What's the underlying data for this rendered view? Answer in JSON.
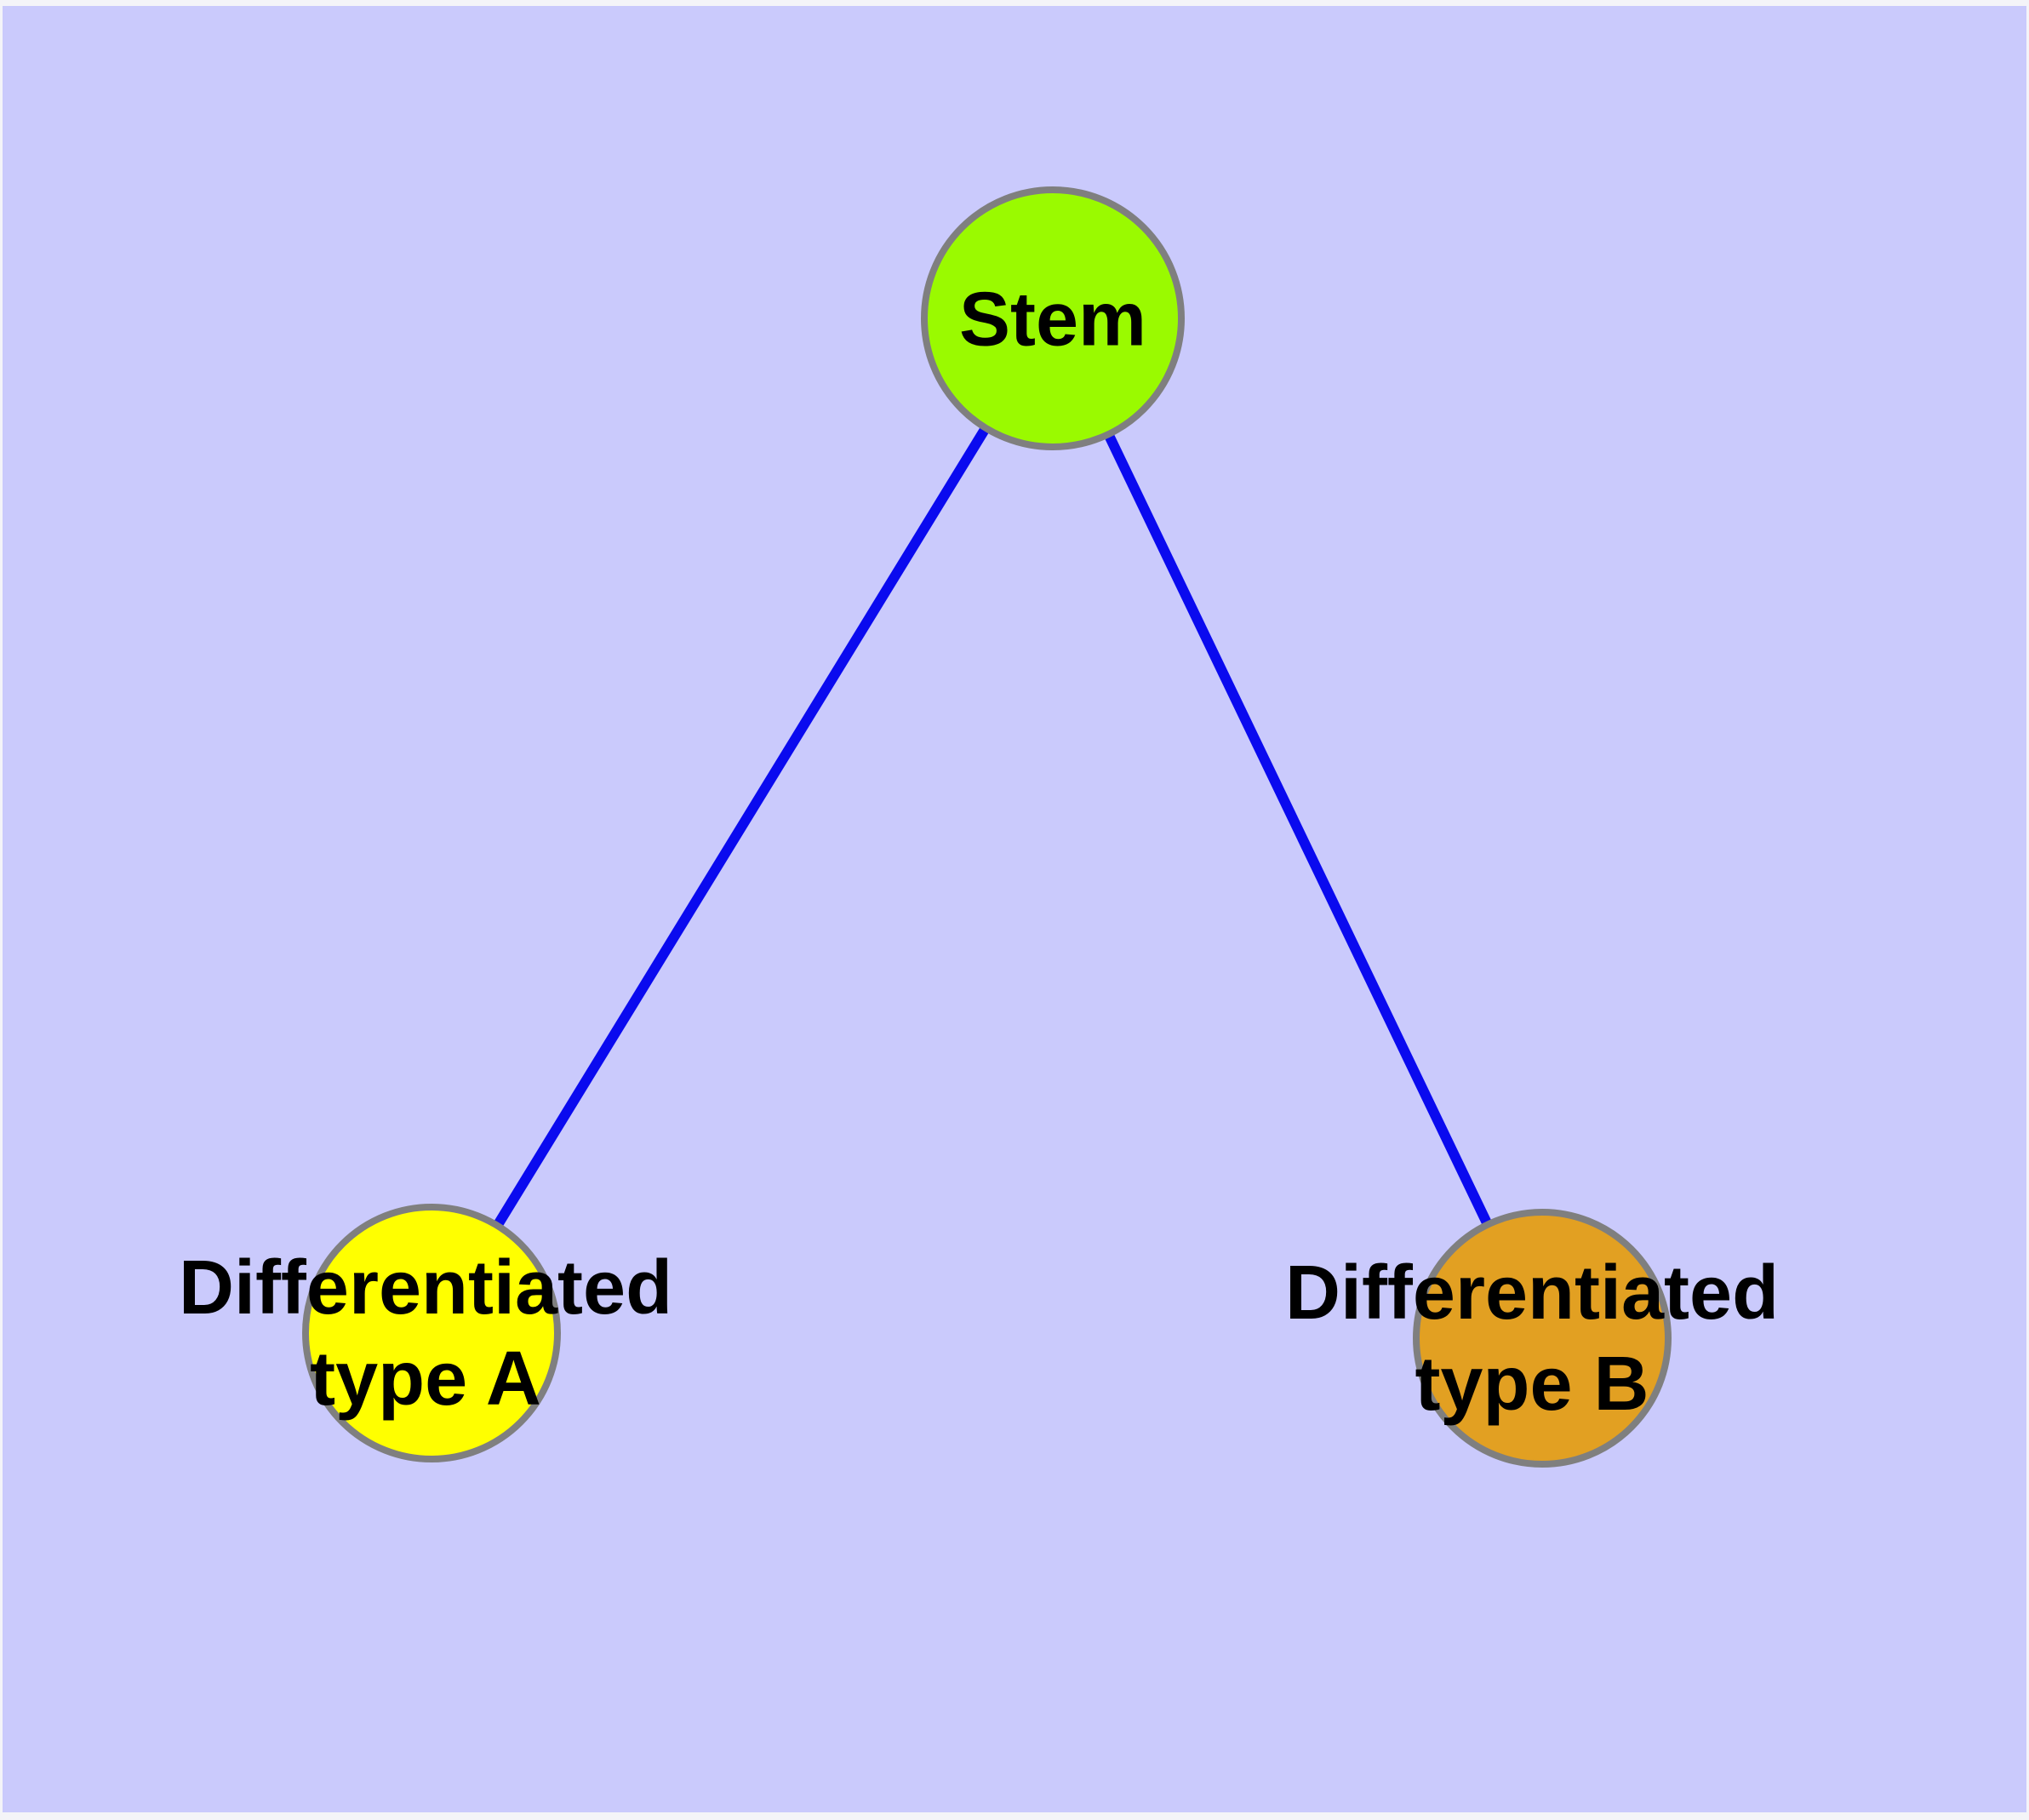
{
  "diagram": {
    "type": "graph",
    "background_color": "#CACAFC",
    "edge_color": "#0A0AEF",
    "node_border_color": "#7F7F7F",
    "label_color": "#000000",
    "nodes": [
      {
        "id": "stem",
        "label": "Stem",
        "fill": "#9AFA00"
      },
      {
        "id": "differentiated-type-a",
        "label": "Differentiated type A",
        "label_line1": "Differentiated",
        "label_line2": "type A",
        "fill": "#FFFF00"
      },
      {
        "id": "differentiated-type-b",
        "label": "Differentiated type B",
        "label_line1": "Differentiated",
        "label_line2": "type B",
        "fill": "#E2A022"
      }
    ],
    "edges": [
      {
        "from": "Stem",
        "to": "Differentiated type A"
      },
      {
        "from": "Stem",
        "to": "Differentiated type B"
      }
    ]
  }
}
